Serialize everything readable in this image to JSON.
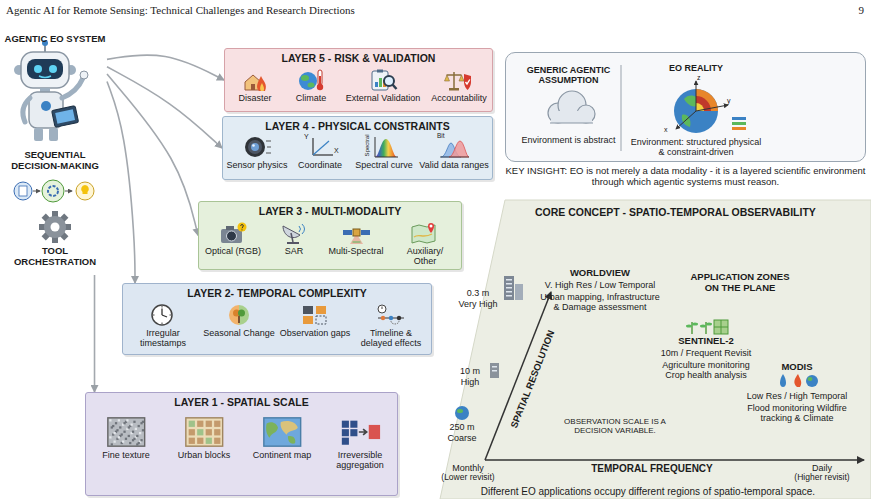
{
  "diagram": {
    "nodes": [
      {
        "text": [
          "AGENTIC EO SYSTEM",
          "SEQUENTIAL DECISION-MAKING",
          "TOOL ORCHESTRATION"
        ]
      },
      {
        "text": [
          "LAYER 5 - RISK & VALIDATION"
        ]
      },
      {
        "text": [
          "Disaster"
        ],
        "in": 1
      },
      {
        "text": [
          "Climate"
        ],
        "in": 1
      },
      {
        "text": [
          "External Validation"
        ],
        "in": 1
      },
      {
        "text": [
          "Accountability"
        ],
        "in": 1
      },
      {
        "text": [
          "LAYER 4 - PHYSICAL CONSTRAINTS"
        ]
      },
      {
        "text": [
          "Sensor physics"
        ],
        "in": 6
      },
      {
        "text": [
          "Coordinate"
        ],
        "in": 6
      },
      {
        "text": [
          "Spectral curve"
        ],
        "in": 6
      },
      {
        "text": [
          "Valid data ranges"
        ],
        "in": 6
      },
      {
        "text": [
          "LAYER 3 - MULTI-MODALITY"
        ]
      },
      {
        "text": [
          "Optical (RGB)"
        ],
        "in": 11
      },
      {
        "text": [
          "SAR"
        ],
        "in": 11
      },
      {
        "text": [
          "Multi-Spectral"
        ],
        "in": 11
      },
      {
        "text": [
          "Auxiliary/ Other"
        ],
        "in": 11
      },
      {
        "text": [
          "LAYER 2- TEMPORAL COMPLEXITY"
        ]
      },
      {
        "text": [
          "Irregular timestamps"
        ],
        "in": 16
      },
      {
        "text": [
          "Seasonal Change"
        ],
        "in": 16
      },
      {
        "text": [
          "Observation gaps"
        ],
        "in": 16
      },
      {
        "text": [
          "Timeline & delayed effects"
        ],
        "in": 16
      },
      {
        "text": [
          "LAYER 1 - SPATIAL SCALE"
        ]
      },
      {
        "text": [
          "Fine texture"
        ],
        "in": 21
      },
      {
        "text": [
          "Urban blocks"
        ],
        "in": 21
      },
      {
        "text": [
          "Continent map"
        ],
        "in": 21
      },
      {
        "text": [
          "Irreversible aggregation"
        ],
        "in": 21
      },
      {
        "text": [
          "GENERIC AGENTIC ASSUMPTION",
          "Environment is abstract",
          "EO REALITY",
          "Environment: structured physical & constraint-driven"
        ]
      },
      {
        "text": [
          "CORE CONCEPT - SPATIO-TEMPORAL OBSERVABILITY"
        ]
      }
    ],
    "edges": [
      {
        "from": 0,
        "to": 1,
        "arrow": "to"
      },
      {
        "from": 0,
        "to": 6,
        "arrow": "to"
      },
      {
        "from": 0,
        "to": 11,
        "arrow": "to"
      },
      {
        "from": 0,
        "to": 16,
        "arrow": "to"
      },
      {
        "from": 0,
        "to": 21,
        "arrow": "to"
      }
    ],
    "labels": [
      "Agentic AI for Remote Sensing: Technical Challenges and Research Directions",
      "9",
      "Y",
      "X",
      "Spectral",
      "Bit",
      "z",
      "y",
      "x",
      "KEY INSIGHT: EO is not merely a data modality - it is a layered scientific environment through which agentic systems must reason.",
      "WORLDVIEW",
      "0.3 m",
      "Very High",
      "V. High Res / Low Temporal",
      "Urban mapping, Infrastructure & Damage assessment",
      "APPLICATION ZONES ON THE PLANE",
      "SPATIAL RESOLUTION",
      "10 m",
      "High",
      "SENTINEL-2",
      "10m / Frequent Revisit",
      "Agriculture monitoring Crop health analysis",
      "MODIS",
      "Low Res / High Temporal",
      "Flood monitoring Wildfire tracking & Climate",
      "250 m",
      "Coarse",
      "OBSERVATION SCALE IS A DECISION VARIABLE.",
      "Monthly",
      "(Lower revisit)",
      "TEMPORAL FREQUENCY",
      "Daily",
      "(Higher revisit)",
      "Different EO applications occupy different regions of spatio-temporal space."
    ]
  }
}
